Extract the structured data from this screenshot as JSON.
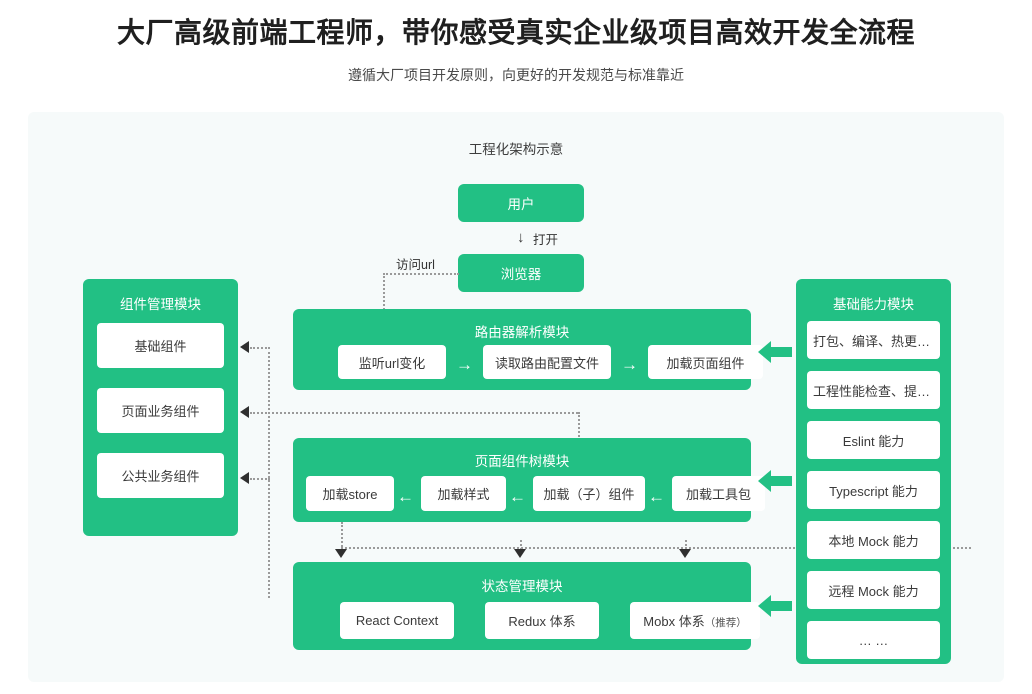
{
  "header": {
    "title": "大厂高级前端工程师，带你感受真实企业级项目高效开发全流程",
    "subtitle": "遵循大厂项目开发原则，向更好的开发规范与标准靠近"
  },
  "diagram": {
    "caption": "工程化架构示意",
    "flow_top": {
      "user_box": "用户",
      "open_label": "打开",
      "browser_box": "浏览器",
      "visit_url_label": "访问url"
    },
    "component_module": {
      "title": "组件管理模块",
      "items": [
        "基础组件",
        "页面业务组件",
        "公共业务组件"
      ]
    },
    "router_module": {
      "title": "路由器解析模块",
      "items": [
        "监听url变化",
        "读取路由配置文件",
        "加载页面组件"
      ],
      "connector": "→"
    },
    "page_tree_module": {
      "title": "页面组件树模块",
      "items": [
        "加载store",
        "加载样式",
        "加载（子）组件",
        "加载工具包"
      ],
      "connector": "←"
    },
    "state_module": {
      "title": "状态管理模块",
      "items": [
        {
          "label": "React Context",
          "note": ""
        },
        {
          "label": "Redux 体系",
          "note": ""
        },
        {
          "label": "Mobx 体系",
          "note": "（推荐）"
        }
      ]
    },
    "capability_module": {
      "title": "基础能力模块",
      "items": [
        "打包、编译、热更新…",
        "工程性能检查、提升…",
        "Eslint 能力",
        "Typescript 能力",
        "本地 Mock 能力",
        "远程 Mock 能力",
        "… …"
      ]
    }
  },
  "colors": {
    "brand_green": "#22c084",
    "card_bg": "#f6fafa",
    "page_bg": "#ffffff",
    "text_dark": "#1f1f1f",
    "connector_gray": "#9a9a9a"
  }
}
